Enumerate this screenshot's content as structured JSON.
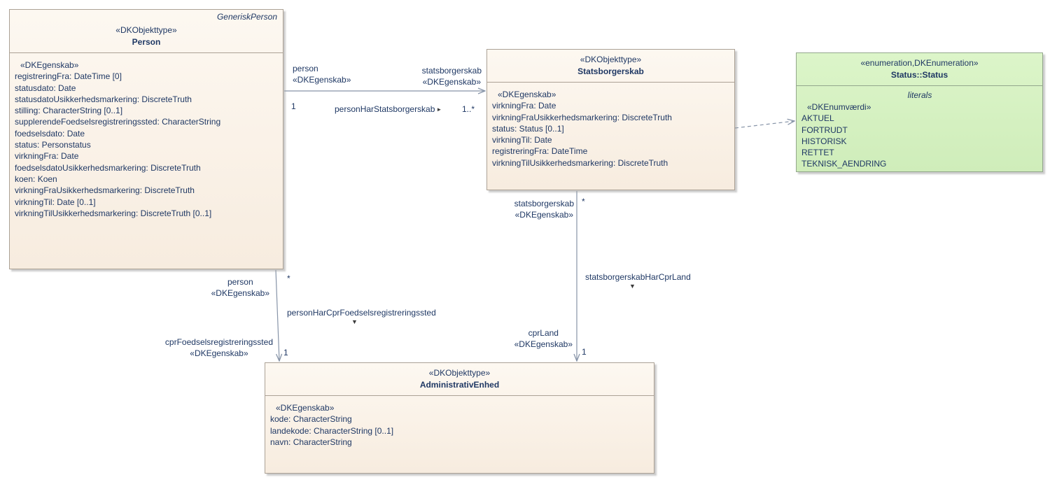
{
  "colors": {
    "class_fill": "#F9F1E7",
    "class_border": "#ABA195",
    "enum_fill": "#D6F2C2",
    "enum_border": "#93A78C",
    "text": "#1F3864",
    "connector": "#8794A8"
  },
  "classes": {
    "person": {
      "template_label": "GeneriskPerson",
      "stereotype": "«DKObjekttype»",
      "name": "Person",
      "section_label": "«DKEgenskab»",
      "attributes": [
        "registreringFra: DateTime [0]",
        "statusdato: Date",
        "statusdatoUsikkerhedsmarkering: DiscreteTruth",
        "stilling: CharacterString [0..1]",
        "supplerendeFoedselsregistreringssted: CharacterString",
        "foedselsdato: Date",
        "status: Personstatus",
        "virkningFra: Date",
        "foedselsdatoUsikkerhedsmarkering: DiscreteTruth",
        "koen: Koen",
        "virkningFraUsikkerhedsmarkering: DiscreteTruth",
        "virkningTil: Date [0..1]",
        "virkningTilUsikkerhedsmarkering: DiscreteTruth [0..1]"
      ]
    },
    "statsborgerskab": {
      "stereotype": "«DKObjekttype»",
      "name": "Statsborgerskab",
      "section_label": "«DKEgenskab»",
      "attributes": [
        "virkningFra: Date",
        "virkningFraUsikkerhedsmarkering: DiscreteTruth",
        "status: Status [0..1]",
        "virkningTil: Date",
        "registreringFra: DateTime",
        "virkningTilUsikkerhedsmarkering: DiscreteTruth"
      ]
    },
    "status_enum": {
      "stereotype": "«enumeration,DKEnumeration»",
      "name": "Status::Status",
      "literals_label": "literals",
      "section_label": "«DKEnumværdi»",
      "literals": [
        "AKTUEL",
        "FORTRUDT",
        "HISTORISK",
        "RETTET",
        "TEKNISK_AENDRING"
      ]
    },
    "administrativ_enhed": {
      "stereotype": "«DKObjekttype»",
      "name": "AdministrativEnhed",
      "section_label": "«DKEgenskab»",
      "attributes": [
        "kode: CharacterString",
        "landekode: CharacterString [0..1]",
        "navn: CharacterString"
      ]
    }
  },
  "associations": {
    "person_statsborgerskab": {
      "name": "personHarStatsborgerskab",
      "direction_icon": "►",
      "source_role": "person",
      "source_stereotype": "«DKEgenskab»",
      "source_multiplicity": "1",
      "target_role": "statsborgerskab",
      "target_stereotype": "«DKEgenskab»",
      "target_multiplicity": "1..*"
    },
    "person_cpr_foedselsregistreringssted": {
      "name": "personHarCprFoedselsregistreringssted",
      "direction_icon": "▼",
      "source_role": "person",
      "source_stereotype": "«DKEgenskab»",
      "source_multiplicity": "*",
      "target_role": "cprFoedselsregistreringssted",
      "target_stereotype": "«DKEgenskab»",
      "target_multiplicity": "1"
    },
    "statsborgerskab_cprland": {
      "name": "statsborgerskabHarCprLand",
      "direction_icon": "▼",
      "source_role": "statsborgerskab",
      "source_stereotype": "«DKEgenskab»",
      "source_multiplicity": "*",
      "target_role": "cprLand",
      "target_stereotype": "«DKEgenskab»",
      "target_multiplicity": "1"
    }
  }
}
